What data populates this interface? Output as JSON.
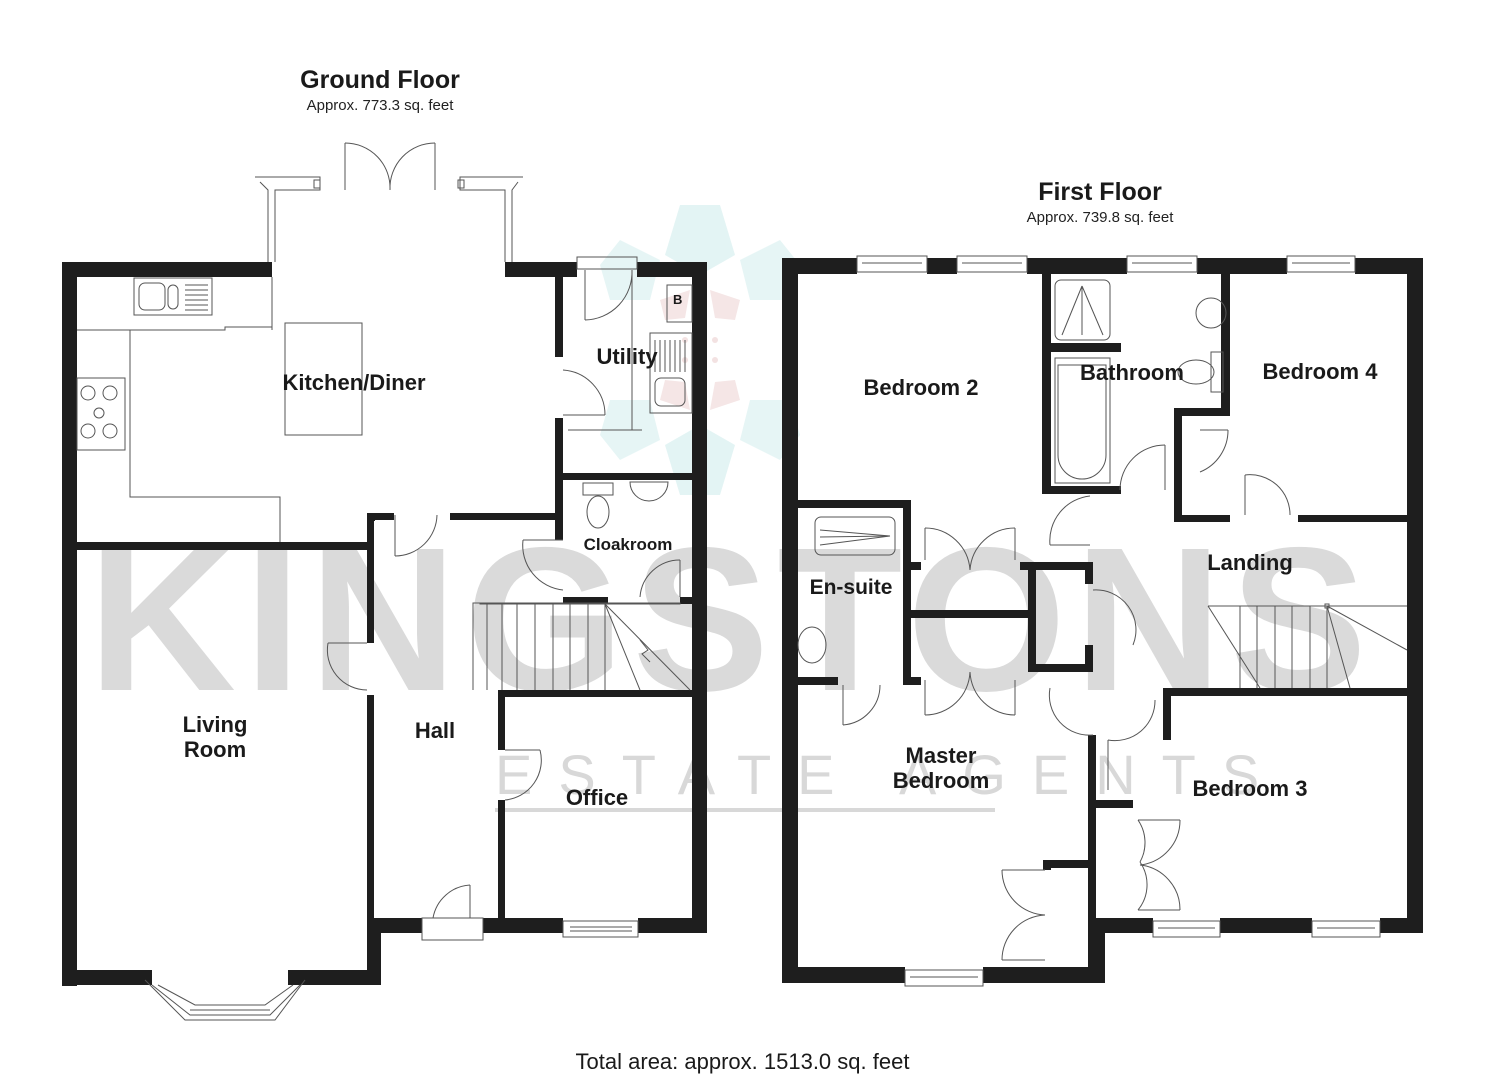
{
  "ground_floor": {
    "title": "Ground Floor",
    "area": "Approx. 773.3 sq. feet",
    "rooms": [
      {
        "id": "kitchen-diner",
        "label": "Kitchen/Diner"
      },
      {
        "id": "utility",
        "label": "Utility"
      },
      {
        "id": "cloakroom",
        "label": "Cloakroom"
      },
      {
        "id": "living-room",
        "label": "Living\nRoom"
      },
      {
        "id": "hall",
        "label": "Hall"
      },
      {
        "id": "office",
        "label": "Office"
      }
    ],
    "fixtures": {
      "boiler_label": "B"
    }
  },
  "first_floor": {
    "title": "First Floor",
    "area": "Approx. 739.8 sq. feet",
    "rooms": [
      {
        "id": "bedroom-2",
        "label": "Bedroom 2"
      },
      {
        "id": "bathroom",
        "label": "Bathroom"
      },
      {
        "id": "bedroom-4",
        "label": "Bedroom 4"
      },
      {
        "id": "en-suite",
        "label": "En-suite"
      },
      {
        "id": "landing",
        "label": "Landing"
      },
      {
        "id": "master-bedroom",
        "label": "Master\nBedroom"
      },
      {
        "id": "bedroom-3",
        "label": "Bedroom 3"
      }
    ]
  },
  "total_area": "Total area: approx. 1513.0 sq. feet",
  "watermark": {
    "brand": "KINGSTONS",
    "tagline": "ESTATE AGENTS"
  },
  "colors": {
    "wall": "#1e1e1e",
    "fixture_line": "#555555",
    "watermark_gray": "#d4d4d4",
    "watermark_teal": "#e3f4f4",
    "watermark_pink": "#f5e4e4"
  }
}
